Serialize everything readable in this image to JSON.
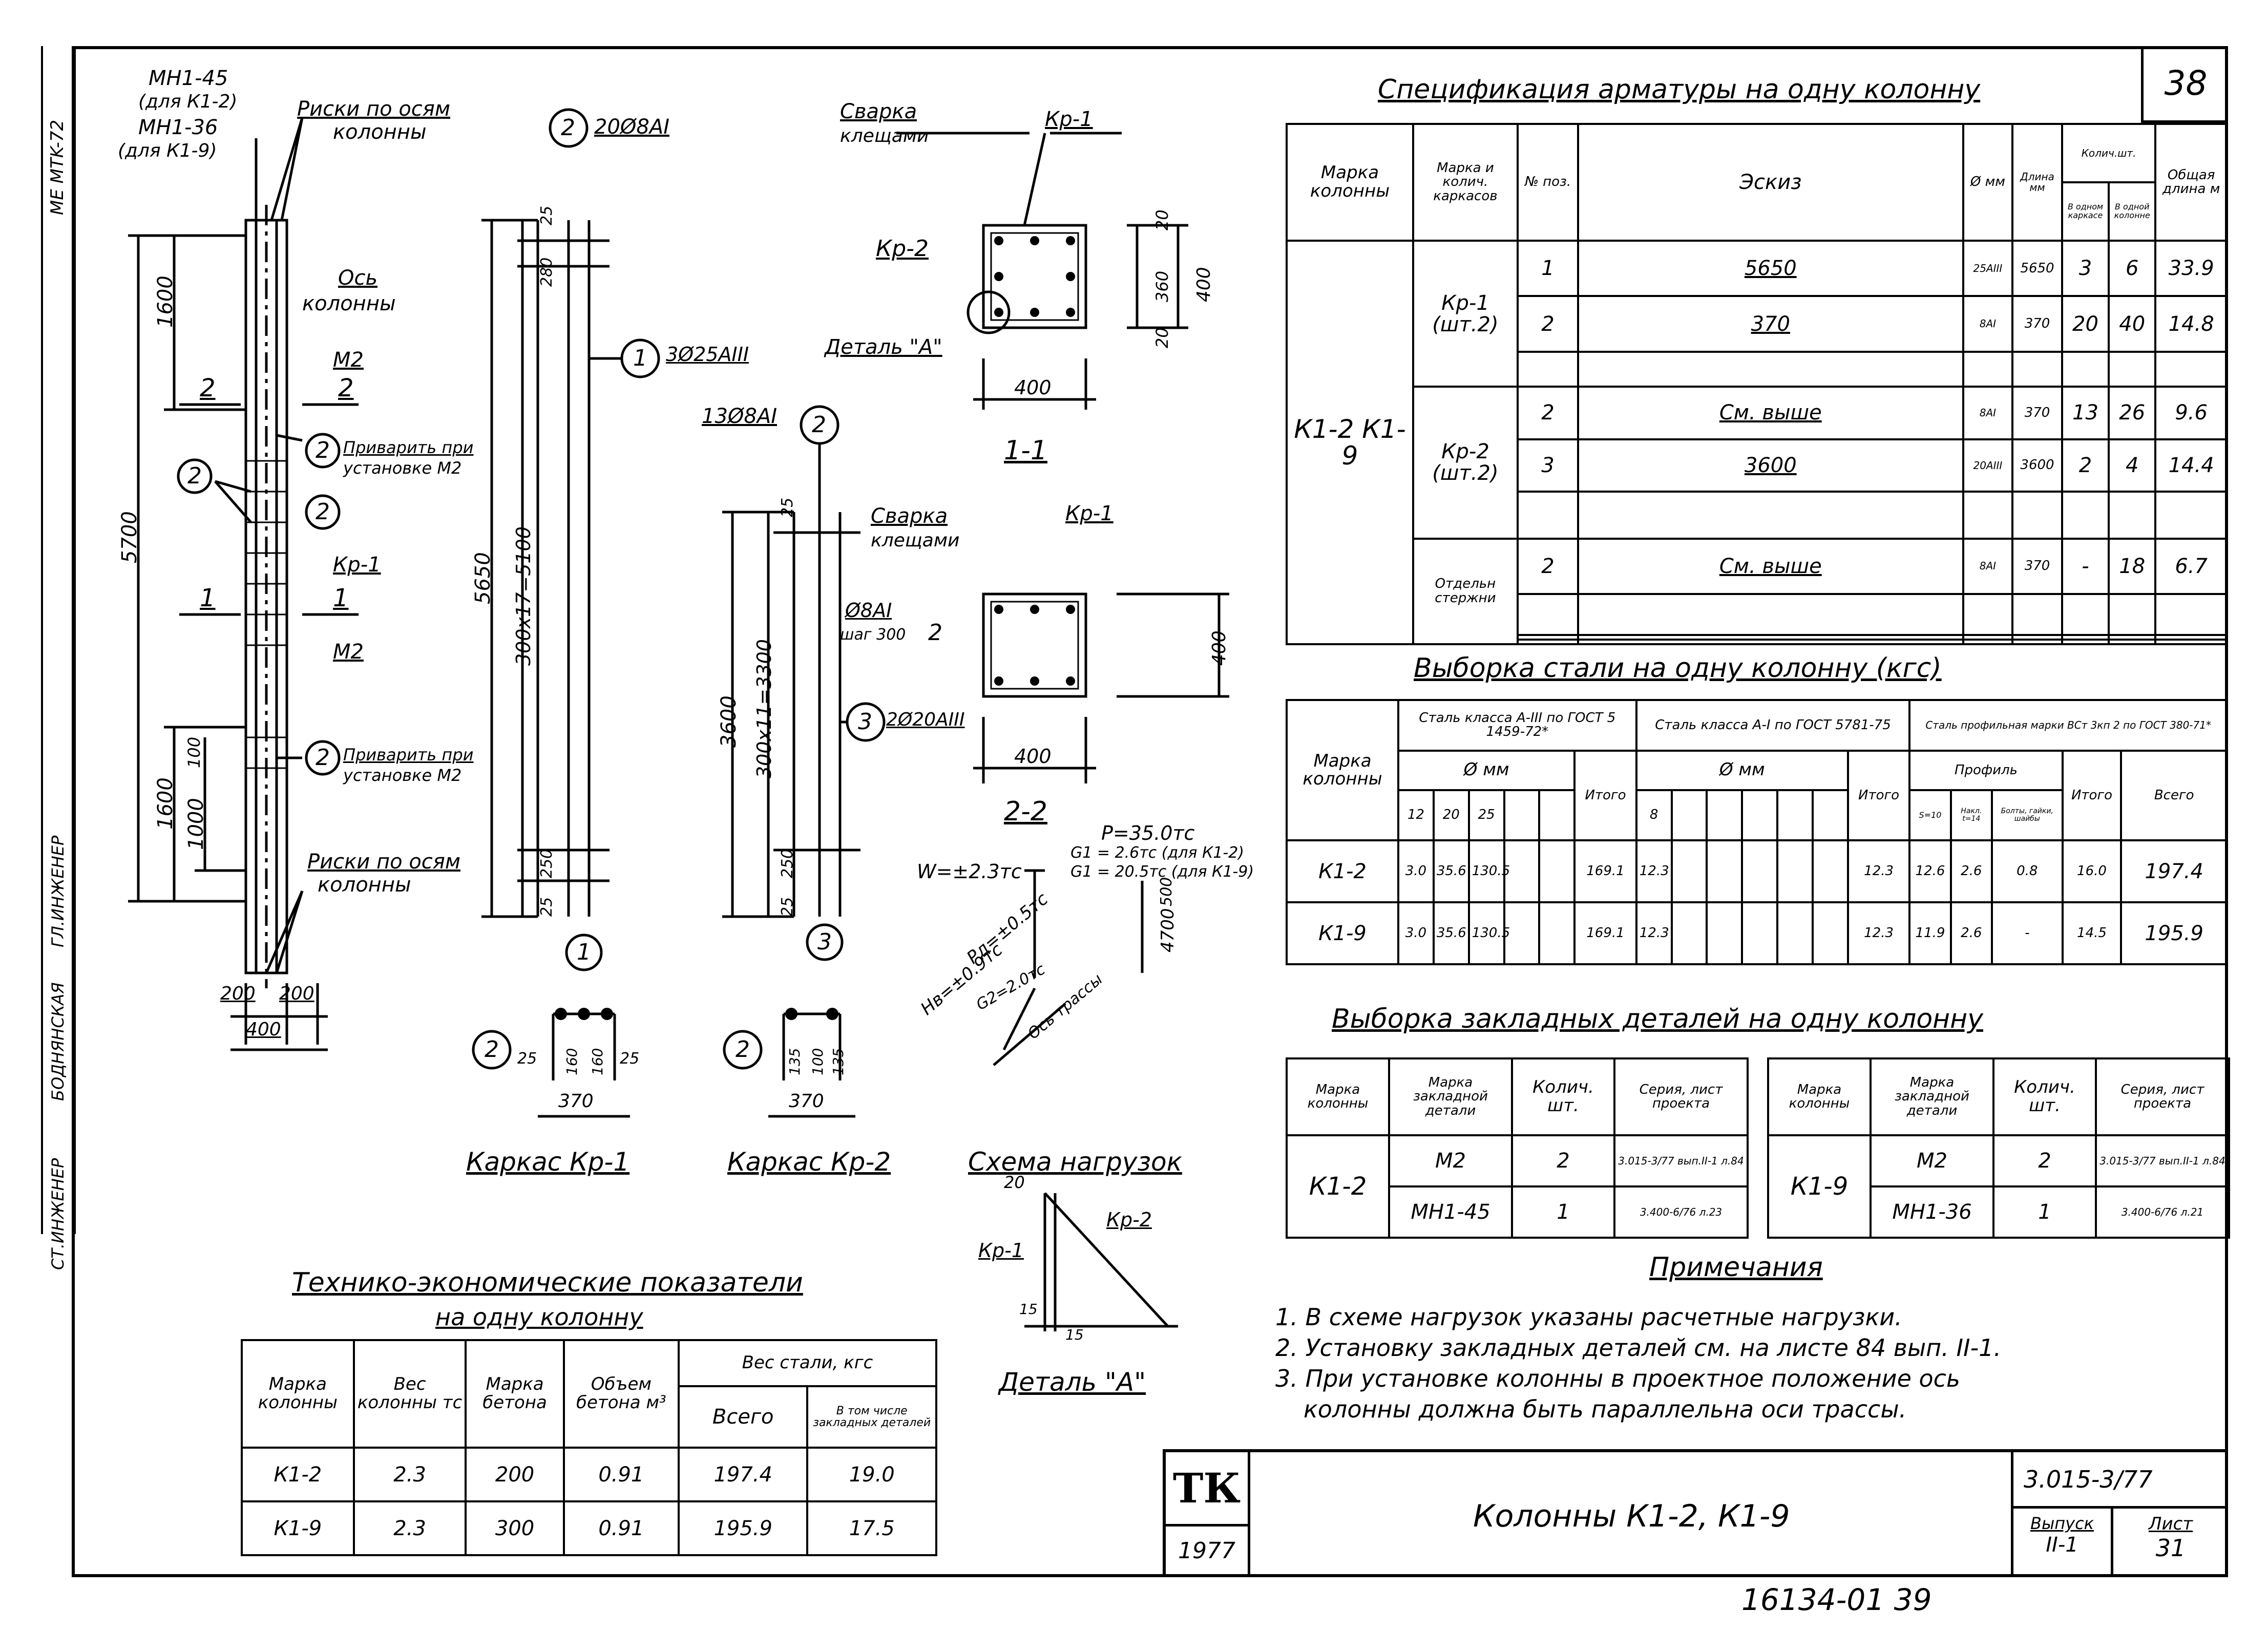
{
  "side_strip": {
    "code": "ME MTK-72",
    "role1": "ГЛ.ИНЖЕНЕР",
    "name1": "БОДНЯНСКАЯ",
    "role2": "СТ.ИНЖЕНЕР"
  },
  "sheet_number": "38",
  "spec_table": {
    "title": "Спецификация арматуры на одну колонну",
    "headers": {
      "mark": "Марка колонны",
      "frames": "Марка и колич. каркасов",
      "pos": "№ поз.",
      "sketch": "Эскиз",
      "dia": "Ø мм",
      "len": "Длина мм",
      "qty": "Колич.шт.",
      "qty_frame": "В одном каркасе",
      "qty_col": "В одной колонне",
      "total": "Общая длина м"
    },
    "column_mark": "К1-2 К1-9",
    "groups": [
      {
        "frame": "Кр-1 (шт.2)",
        "rows": [
          {
            "pos": "1",
            "sketch": "5650",
            "dia": "25АIII",
            "len": "5650",
            "qf": "3",
            "qc": "6",
            "total": "33.9"
          },
          {
            "pos": "2",
            "sketch": "370",
            "dia": "8АI",
            "len": "370",
            "qf": "20",
            "qc": "40",
            "total": "14.8"
          }
        ]
      },
      {
        "frame": "Кр-2 (шт.2)",
        "rows": [
          {
            "pos": "2",
            "sketch": "См. выше",
            "dia": "8АI",
            "len": "370",
            "qf": "13",
            "qc": "26",
            "total": "9.6"
          },
          {
            "pos": "3",
            "sketch": "3600",
            "dia": "20АIII",
            "len": "3600",
            "qf": "2",
            "qc": "4",
            "total": "14.4"
          }
        ]
      },
      {
        "frame": "Отдельн стержни",
        "rows": [
          {
            "pos": "2",
            "sketch": "См. выше",
            "dia": "8АI",
            "len": "370",
            "qf": "-",
            "qc": "18",
            "total": "6.7"
          }
        ]
      }
    ]
  },
  "steel_table": {
    "title": "Выборка стали на одну колонну (кгс)",
    "mark": "Марка колонны",
    "class3": "Сталь класса А-III по ГОСТ 5 1459-72*",
    "class1": "Сталь класса А-I по ГОСТ 5781-75",
    "profile": "Сталь профильная марки ВСт 3кп 2 по ГОСТ 380-71*",
    "dia_mm": "Ø мм",
    "profile_h": "Профиль",
    "d12": "12",
    "d20": "20",
    "d25": "25",
    "total": "Итого",
    "d8": "8",
    "p1": "S=10",
    "p2": "Накл. t=14",
    "p3": "Болты, гайки, шайбы",
    "grand": "Всего",
    "rows": [
      {
        "mark": "К1-2",
        "v12": "3.0",
        "v20": "35.6",
        "v25": "130.5",
        "t3": "169.1",
        "v8": "12.3",
        "t1": "12.3",
        "p1": "12.6",
        "p2": "2.6",
        "p3": "0.8",
        "pt": "16.0",
        "all": "197.4"
      },
      {
        "mark": "К1-9",
        "v12": "3.0",
        "v20": "35.6",
        "v25": "130.5",
        "t3": "169.1",
        "v8": "12.3",
        "t1": "12.3",
        "p1": "11.9",
        "p2": "2.6",
        "p3": "-",
        "pt": "14.5",
        "all": "195.9"
      }
    ]
  },
  "embedded_table": {
    "title": "Выборка закладных деталей на одну колонну",
    "h_mark": "Марка колонны",
    "h_detail": "Марка закладной детали",
    "h_qty": "Колич. шт.",
    "h_series": "Серия, лист проекта",
    "left": {
      "mark": "К1-2",
      "rows": [
        {
          "detail": "М2",
          "qty": "2",
          "series": "3.015-3/77 вып.II-1 л.84"
        },
        {
          "detail": "МН1-45",
          "qty": "1",
          "series": "3.400-6/76 л.23"
        }
      ]
    },
    "right": {
      "mark": "К1-9",
      "rows": [
        {
          "detail": "М2",
          "qty": "2",
          "series": "3.015-3/77 вып.II-1 л.84"
        },
        {
          "detail": "МН1-36",
          "qty": "1",
          "series": "3.400-6/76 л.21"
        }
      ]
    }
  },
  "notes": {
    "title": "Примечания",
    "items": [
      "1. В схеме нагрузок указаны расчетные нагрузки.",
      "2. Установку закладных деталей см. на листе 84 вып. II-1.",
      "3. При установке колонны в проектное положение ось",
      "колонны должна быть параллельна оси трассы."
    ]
  },
  "tech_table": {
    "title": "Технико-экономические показатели",
    "subtitle": "на одну колонну",
    "h_mark": "Марка колонны",
    "h_weight": "Вес колонны тс",
    "h_concrete": "Марка бетона",
    "h_volume": "Объем бетона м³",
    "h_steel": "Вес стали, кгс",
    "h_all": "Всего",
    "h_incl": "В том числе закладных деталей",
    "rows": [
      {
        "mark": "К1-2",
        "weight": "2.3",
        "concrete": "200",
        "volume": "0.91",
        "all": "197.4",
        "incl": "19.0"
      },
      {
        "mark": "К1-9",
        "weight": "2.3",
        "concrete": "300",
        "volume": "0.91",
        "all": "195.9",
        "incl": "17.5"
      }
    ]
  },
  "title_block": {
    "logo": "ТК",
    "year": "1977",
    "name": "Колонны К1-2, К1-9",
    "series": "3.015-3/77",
    "issue_label": "Выпуск",
    "issue": "II-1",
    "sheet_label": "Лист",
    "sheet": "31"
  },
  "inventory": "16134-01 39",
  "drawing": {
    "labels": {
      "mn145": "МН1-45",
      "for_k12": "(для К1-2)",
      "mn136": "МН1-36",
      "for_k19": "(для К1-9)",
      "risks": "Риски по осям",
      "column_word": "колонны",
      "axis": "Ось",
      "axis_col": "колонны",
      "m2": "М2",
      "kr1": "Кр-1",
      "kr2": "Кр-2",
      "weld_install": "Приварить при",
      "weld_m2": "установке М2",
      "sec2": "2",
      "sec1": "1",
      "d1600a": "1600",
      "d5700": "5700",
      "d1600b": "1600",
      "d1000": "1000",
      "d100": "100",
      "d200a": "200",
      "d200b": "200",
      "d400": "400",
      "bar20": "20Ø8АI",
      "bar13": "13Ø8АI",
      "bar3": "3Ø25АIII",
      "bar2": "2Ø20АIII",
      "d5650": "5650",
      "d300x17": "300x17=5100",
      "d280": "280",
      "d25": "25",
      "d250": "250",
      "d3600": "3600",
      "d300x11": "300x11=3300",
      "weld_cl": "Сварка",
      "clamps": "клещами",
      "detail_a": "Деталь \"А\"",
      "d20": "20",
      "d360": "360",
      "d20b": "20",
      "sec11": "1-1",
      "sec22": "2-2",
      "step": "Ø8АI",
      "step2": "шаг 300",
      "kr1_frame": "Каркас Кр-1",
      "kr2_frame": "Каркас Кр-2",
      "load_scheme": "Схема нагрузок",
      "p": "P=35.0тс",
      "g1": "G1 = 2.6тс (для К1-2)",
      "g2": "G1 = 20.5тс (для К1-9)",
      "w": "W=±2.3тс",
      "h": "Hв=±0.9тс",
      "pd": "Pд=±0.5тс",
      "g2w": "G2=2.0тс",
      "d4700": "4700",
      "d500": "500",
      "axis_tr": "Ось трассы",
      "d25a": "25",
      "d160a": "160",
      "d160b": "160",
      "d25b": "25",
      "d370": "370",
      "d135a": "135",
      "d100b": "100",
      "d135b": "135",
      "d370b": "370",
      "d15a": "15",
      "d15b": "15",
      "d20d": "20",
      "c1": "1",
      "c2": "2",
      "c3": "3"
    }
  }
}
